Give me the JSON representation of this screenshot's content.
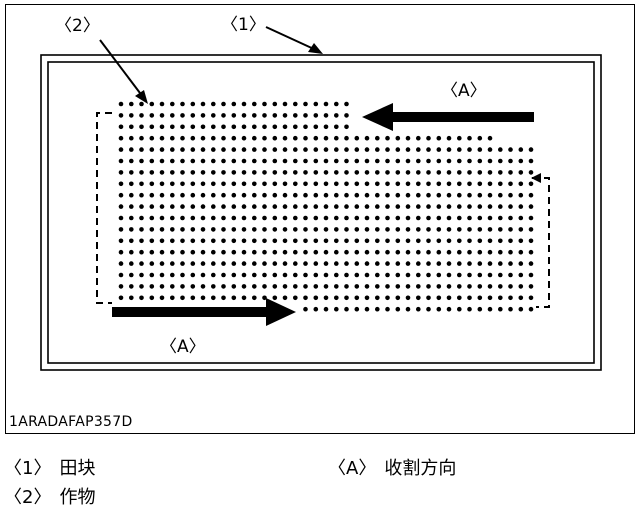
{
  "figure": {
    "code": "1ARADAFAP357D",
    "callouts": {
      "field": "〈1〉",
      "crop": "〈2〉",
      "direction_top": "〈A〉",
      "direction_bottom": "〈A〉"
    }
  },
  "legend": [
    {
      "mark": "〈1〉",
      "text": "田块"
    },
    {
      "mark": "〈2〉",
      "text": "作物"
    },
    {
      "mark": "〈A〉",
      "text": "收割方向"
    }
  ],
  "colors": {
    "ink": "#000000",
    "paper": "#ffffff"
  }
}
